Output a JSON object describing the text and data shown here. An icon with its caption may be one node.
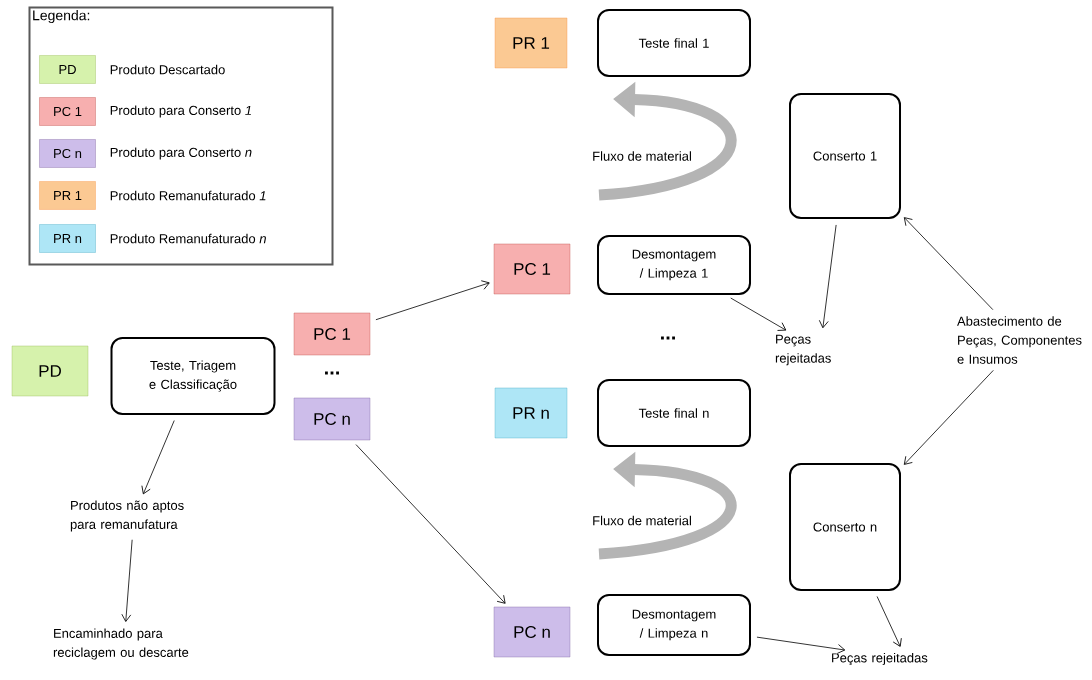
{
  "diagram": {
    "nodes": [
      {
        "text": [
          "Legenda:"
        ]
      },
      {
        "text": [
          "PD"
        ],
        "in": 0,
        "beside": [
          "Produto Descartado"
        ]
      },
      {
        "text": [
          "PC 1"
        ],
        "in": 0,
        "beside": [
          "Produto para Conserto *1*"
        ]
      },
      {
        "text": [
          "PC n"
        ],
        "in": 0,
        "beside": [
          "Produto para Conserto *n*"
        ]
      },
      {
        "text": [
          "PR 1"
        ],
        "in": 0,
        "beside": [
          "Produto Remanufaturado *1*"
        ]
      },
      {
        "text": [
          "PR n"
        ],
        "in": 0,
        "beside": [
          "Produto Remanufaturado *n*"
        ]
      },
      {
        "text": [
          "PR 1"
        ]
      },
      {
        "text": [
          "Teste final 1"
        ]
      },
      {
        "text": [
          "Conserto 1"
        ]
      },
      {
        "text": [
          "PC 1"
        ]
      },
      {
        "text": [
          "Desmontagem / Limpeza 1"
        ]
      },
      {
        "text": [
          "Peças rejeitadas"
        ]
      },
      {
        "text": [
          "Abastecimento de Peças, Componentes e Insumos"
        ]
      },
      {
        "text": [
          "PD"
        ]
      },
      {
        "text": [
          "Teste, Triagem e Classificação"
        ]
      },
      {
        "text": [
          "PC 1"
        ]
      },
      {
        "text": [
          "PC n"
        ]
      },
      {
        "text": [
          "Produtos não aptos para remanufatura"
        ]
      },
      {
        "text": [
          "Encaminhado para reciclagem ou descarte"
        ]
      },
      {
        "text": [
          "PR n"
        ]
      },
      {
        "text": [
          "Teste final n"
        ]
      },
      {
        "text": [
          "Conserto n"
        ]
      },
      {
        "text": [
          "PC n"
        ]
      },
      {
        "text": [
          "Desmontagem / Limpeza n"
        ]
      },
      {
        "text": [
          "Peças rejeitadas"
        ]
      }
    ],
    "edges": [
      {
        "from": 10,
        "to": 7,
        "arrow": "to",
        "label": "Fluxo de material",
        "style": "thick",
        "color": "#b4b4b4"
      },
      {
        "from": 23,
        "to": 20,
        "arrow": "to",
        "label": "Fluxo de material",
        "style": "thick",
        "color": "#b4b4b4"
      },
      {
        "from": 15,
        "to": 9,
        "arrow": "to"
      },
      {
        "from": 10,
        "to": 11,
        "arrow": "to"
      },
      {
        "from": 8,
        "to": 11,
        "arrow": "to"
      },
      {
        "from": 12,
        "to": 8,
        "arrow": "to"
      },
      {
        "from": 14,
        "to": 17,
        "arrow": "to"
      },
      {
        "from": 16,
        "to": 22,
        "arrow": "to"
      },
      {
        "from": 12,
        "to": 21,
        "arrow": "to"
      },
      {
        "from": 17,
        "to": 18,
        "arrow": "to"
      },
      {
        "from": 21,
        "to": 24,
        "arrow": "to"
      },
      {
        "from": 23,
        "to": 24,
        "arrow": "to"
      }
    ],
    "labels": [
      "...",
      "..."
    ]
  }
}
